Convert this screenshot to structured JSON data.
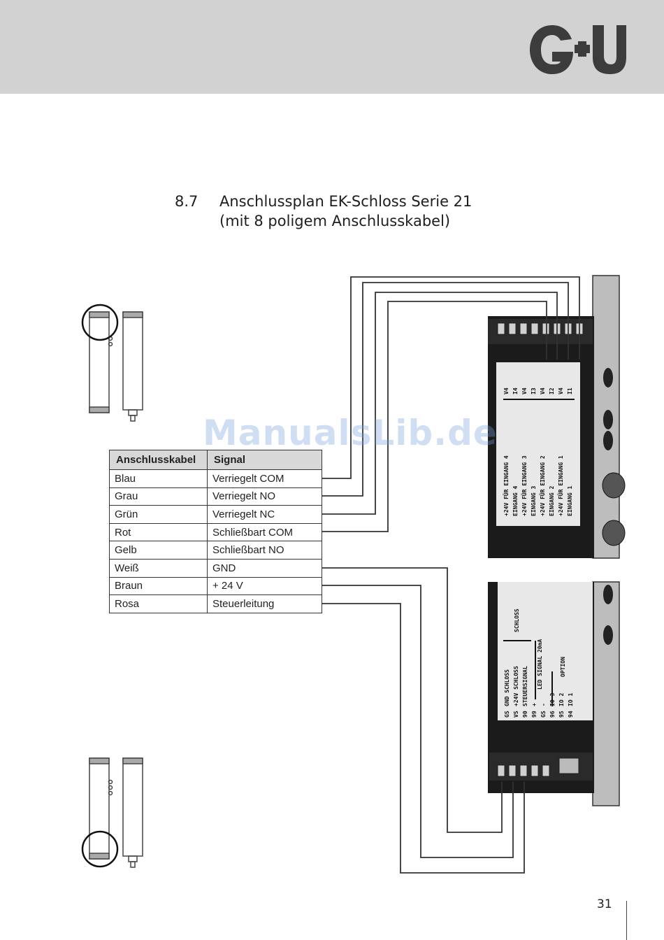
{
  "brand": {
    "logo_text": "G+U"
  },
  "section": {
    "number": "8.7",
    "title_line1": "Anschlussplan EK-Schloss Serie 21",
    "title_line2": "(mit 8 poligem Anschlusskabel)"
  },
  "watermark": "ManualsLib.de",
  "table": {
    "headers": [
      "Anschlusskabel",
      "Signal"
    ],
    "rows": [
      [
        "Blau",
        "Verriegelt COM"
      ],
      [
        "Grau",
        "Verriegelt NO"
      ],
      [
        "Grün",
        "Verriegelt NC"
      ],
      [
        "Rot",
        "Schließbart COM"
      ],
      [
        "Gelb",
        "Schließbart NO"
      ],
      [
        "Weiß",
        "GND"
      ],
      [
        "Braun",
        "+ 24 V"
      ],
      [
        "Rosa",
        "Steuerleitung"
      ]
    ]
  },
  "module_top": {
    "lines": [
      "+24V FÜR EINGANG 4",
      "EINGANG 4",
      "+24V FÜR EINGANG 3",
      "EINGANG 3",
      "+24V FÜR EINGANG 2",
      "EINGANG 2",
      "+24V FÜR EINGANG 1",
      "EINGANG 1"
    ],
    "codes": [
      "V4",
      "I4",
      "V4",
      "I3",
      "V4",
      "I2",
      "V4",
      "I1"
    ]
  },
  "module_bottom": {
    "lines": [
      "GND SCHLOSS",
      "+24V SCHLOSS",
      "STEUERSIGNAL",
      "+",
      "-",
      "IO 3",
      "IO 2",
      "IO 1"
    ],
    "codes": [
      "GS",
      "VS",
      "90",
      "99",
      "GS",
      "96",
      "95",
      "94"
    ],
    "group_schloss": "SCHLOSS",
    "group_led": "LED SIGNAL 20mA",
    "group_option": "OPTION"
  },
  "page_number": "31"
}
